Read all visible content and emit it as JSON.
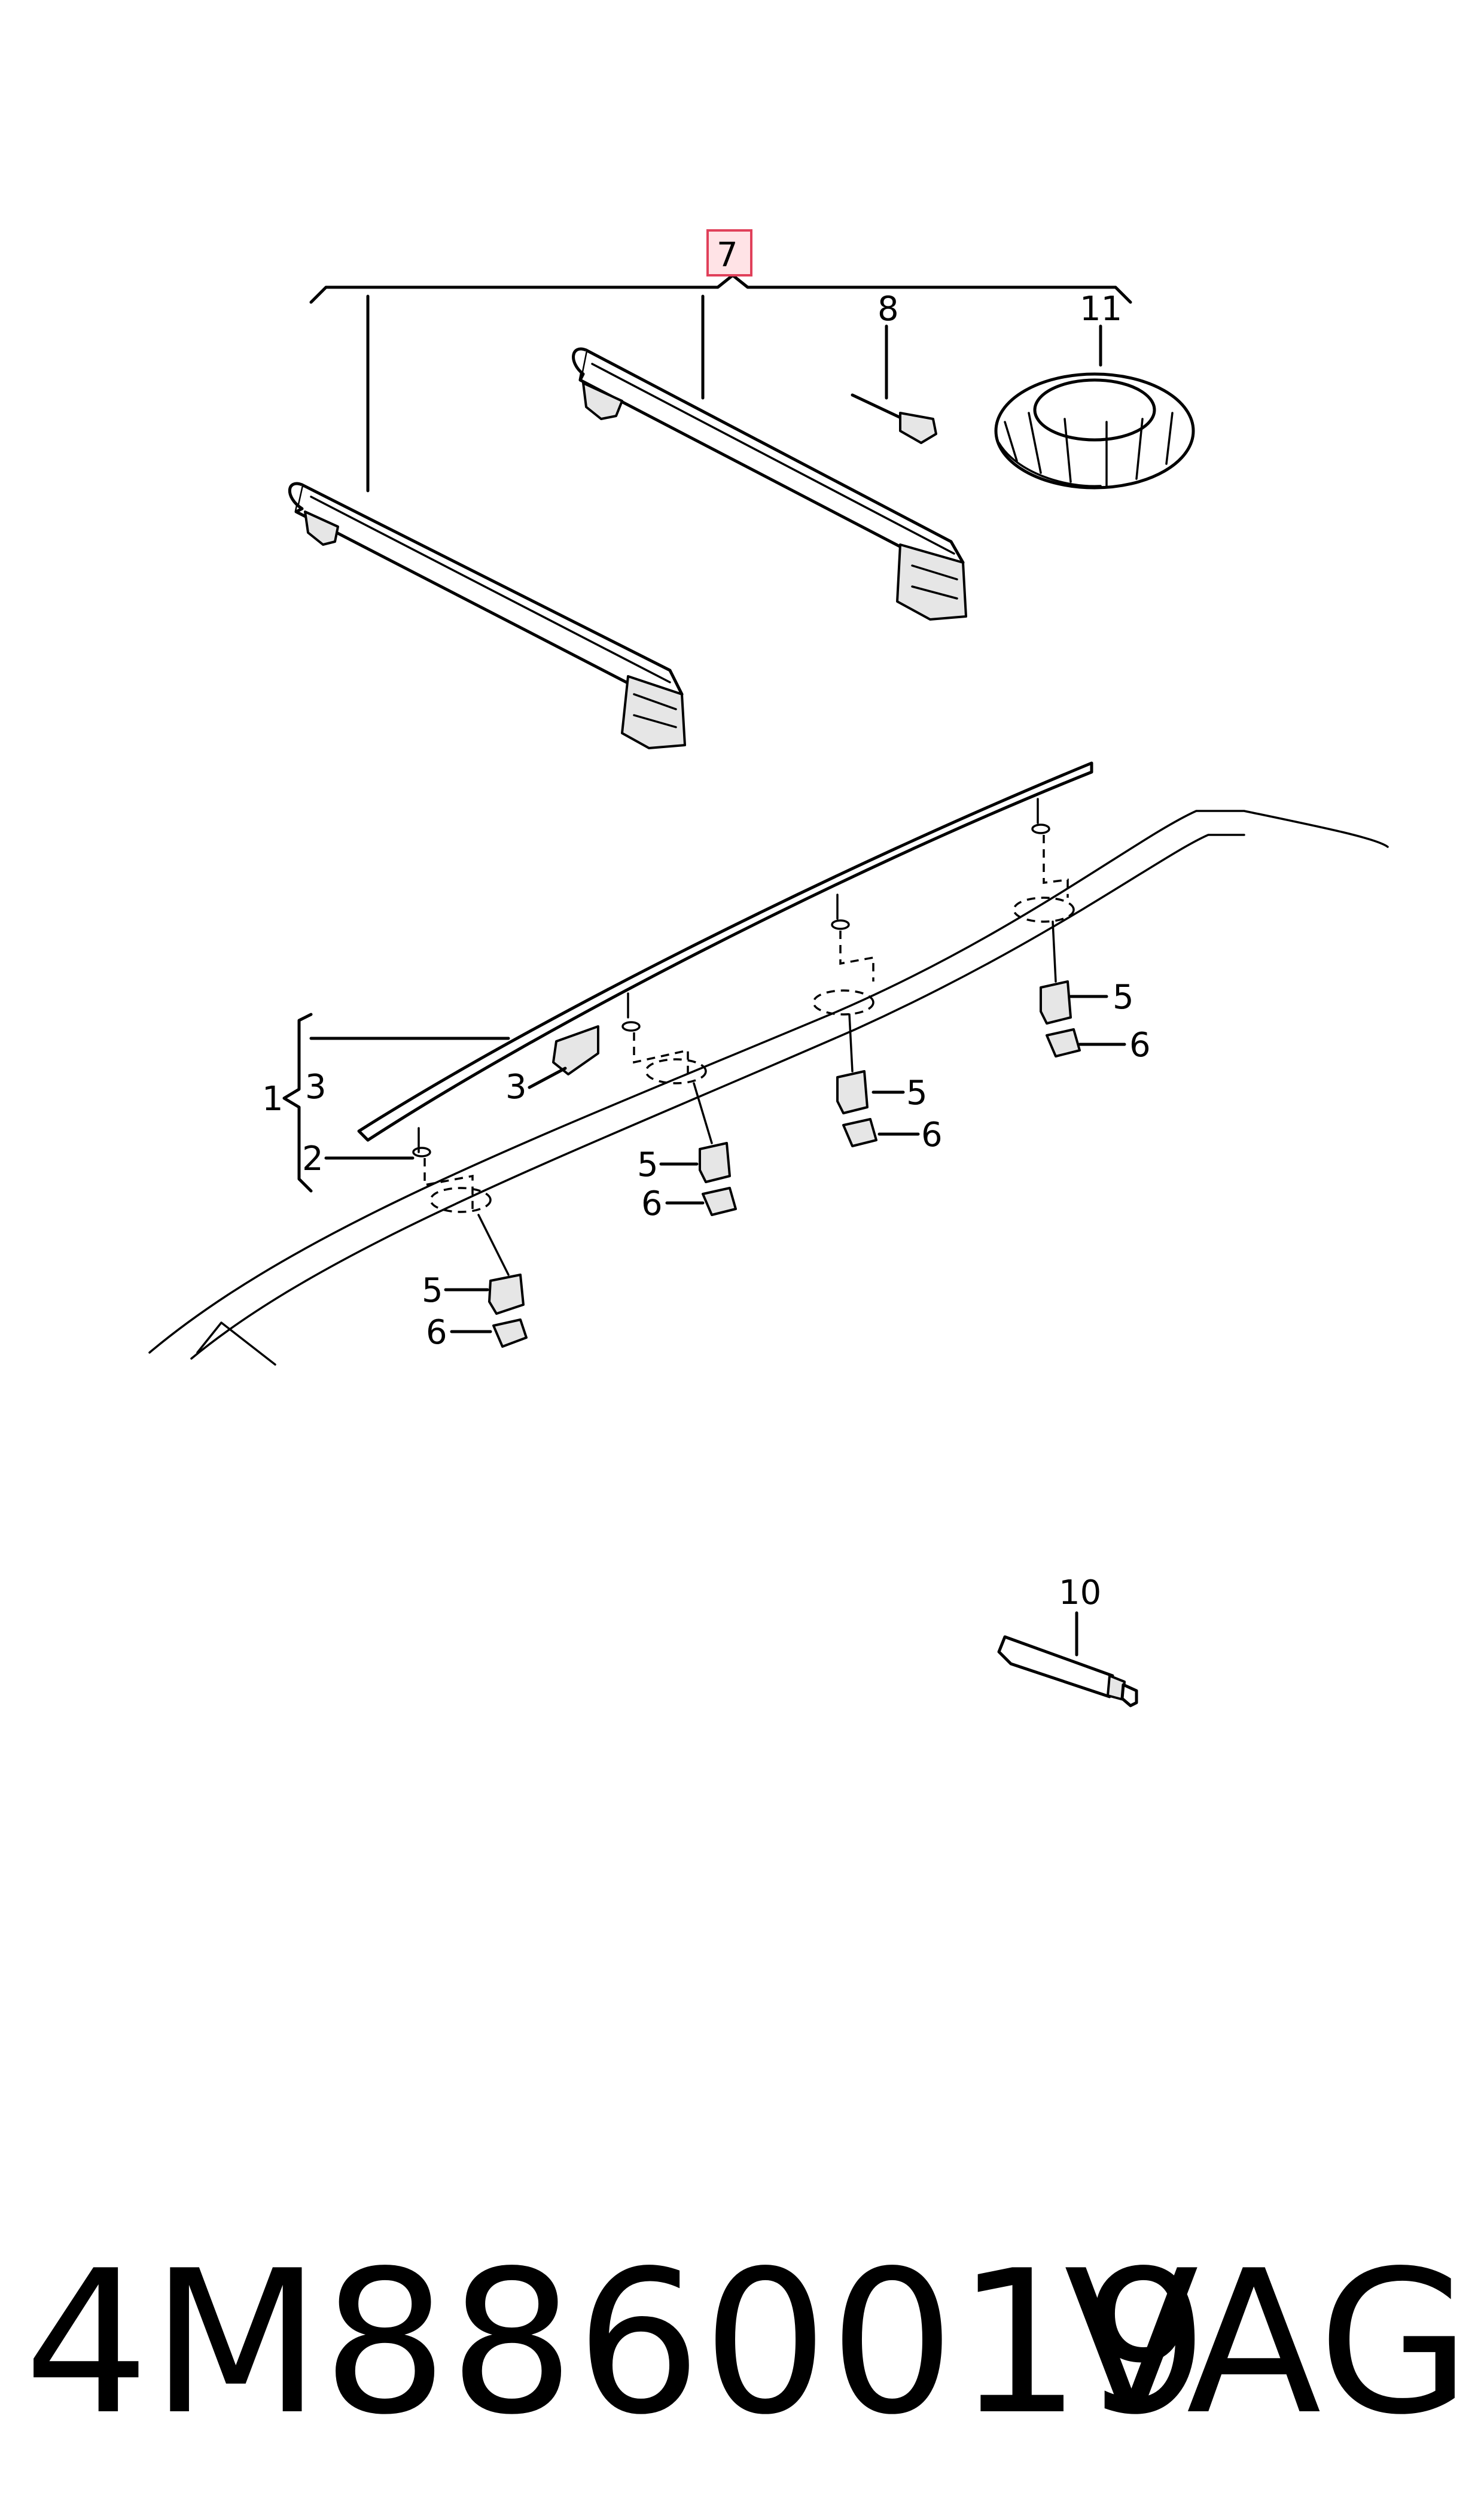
{
  "callouts": {
    "c7": "7",
    "c8": "8",
    "c11": "11",
    "c1": "1",
    "c3a": "3",
    "c3b": "3",
    "c2": "2",
    "c5a": "5",
    "c6a": "6",
    "c5b": "5",
    "c6b": "6",
    "c5c": "5",
    "c6c": "6",
    "c5d": "5",
    "c6d": "6",
    "c10": "10"
  },
  "footer": {
    "part_number": "4M8860019",
    "brand": "VAG"
  },
  "colors": {
    "highlight_fill": "#ffe3e6",
    "highlight_stroke": "#e0405a",
    "ink": "#000000"
  }
}
